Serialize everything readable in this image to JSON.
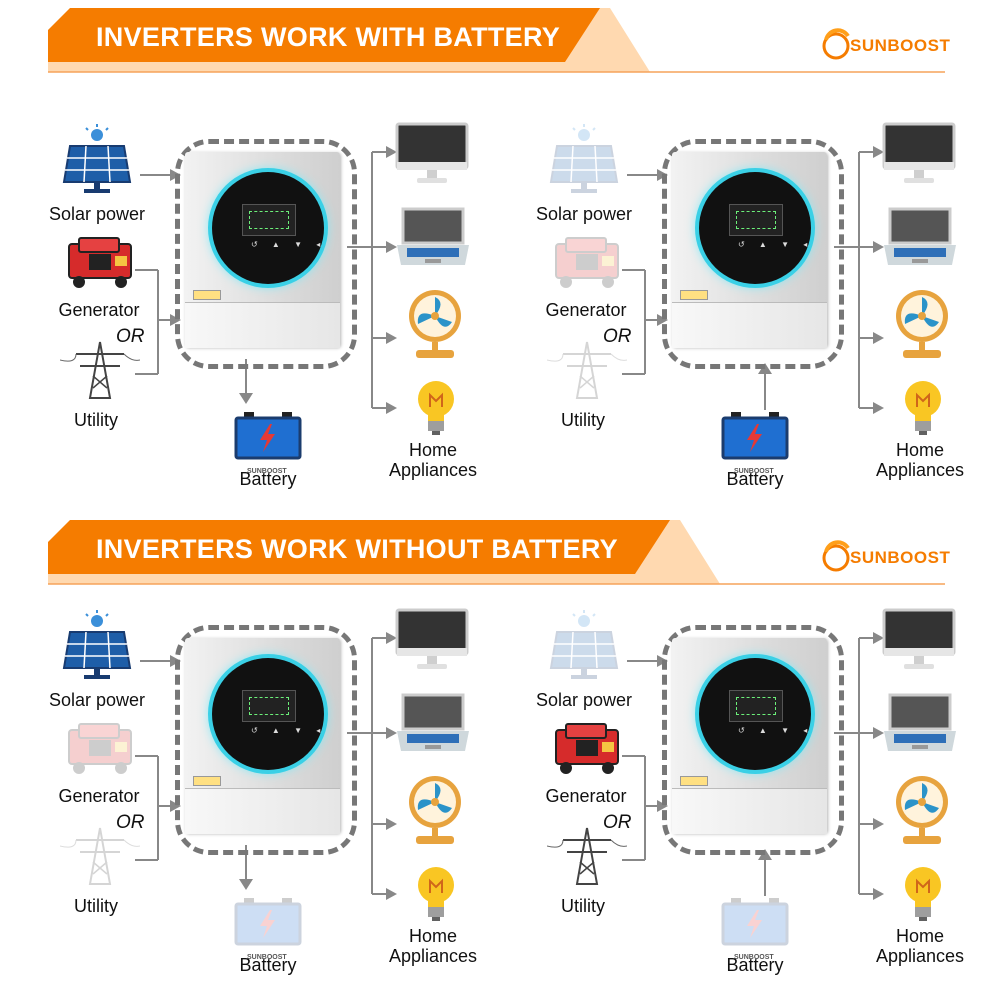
{
  "sections": [
    {
      "title": "INVERTERS WORK WITH BATTERY",
      "logo": "SUNBOOST",
      "panels": [
        {
          "solar": "Solar power",
          "generator": "Generator",
          "or": "OR",
          "utility": "Utility",
          "battery": "Battery",
          "appliances": [
            "Home",
            "Appliances"
          ],
          "faded": {
            "solar": false,
            "generator": false,
            "utility": false,
            "battery": false
          },
          "battery_flow": "charge"
        },
        {
          "solar": "Solar power",
          "generator": "Generator",
          "or": "OR",
          "utility": "Utility",
          "battery": "Battery",
          "appliances": [
            "Home",
            "Appliances"
          ],
          "faded": {
            "solar": true,
            "generator": true,
            "utility": true,
            "battery": false
          },
          "battery_flow": "discharge"
        }
      ]
    },
    {
      "title": "INVERTERS WORK WITHOUT BATTERY",
      "logo": "SUNBOOST",
      "panels": [
        {
          "solar": "Solar power",
          "generator": "Generator",
          "or": "OR",
          "utility": "Utility",
          "battery": "Battery",
          "appliances": [
            "Home",
            "Appliances"
          ],
          "faded": {
            "solar": false,
            "generator": true,
            "utility": true,
            "battery": true
          },
          "battery_flow": "charge"
        },
        {
          "solar": "Solar power",
          "generator": "Generator",
          "or": "OR",
          "utility": "Utility",
          "battery": "Battery",
          "appliances": [
            "Home",
            "Appliances"
          ],
          "faded": {
            "solar": true,
            "generator": false,
            "utility": false,
            "battery": true
          },
          "battery_flow": "discharge"
        }
      ]
    }
  ],
  "inverter_brand": "SUNBOOST",
  "colors": {
    "banner_orange": "#f57c00",
    "banner_light": "#ffd9b0",
    "dashed_border": "#777777",
    "inverter_ring": "#3ad0e6",
    "arrow": "#888888"
  },
  "icons": [
    "solar-panel-icon",
    "generator-icon",
    "power-pylon-icon",
    "inverter-icon",
    "battery-icon",
    "monitor-icon",
    "laptop-icon",
    "fan-icon",
    "lightbulb-icon",
    "sunboost-logo-icon"
  ]
}
